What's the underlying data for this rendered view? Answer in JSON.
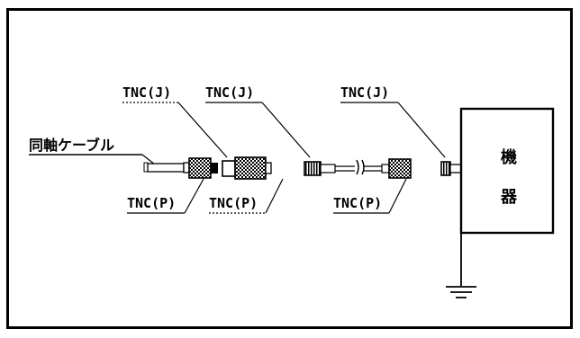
{
  "diagram": {
    "cable_label": "同軸ケーブル",
    "labels": {
      "tnc_j_1": "TNC(J)",
      "tnc_j_2": "TNC(J)",
      "tnc_j_3": "TNC(J)",
      "tnc_p_1": "TNC(P)",
      "tnc_p_2": "TNC(P)",
      "tnc_p_3": "TNC(P)"
    },
    "device": {
      "line1": "機",
      "line2": "器"
    }
  }
}
